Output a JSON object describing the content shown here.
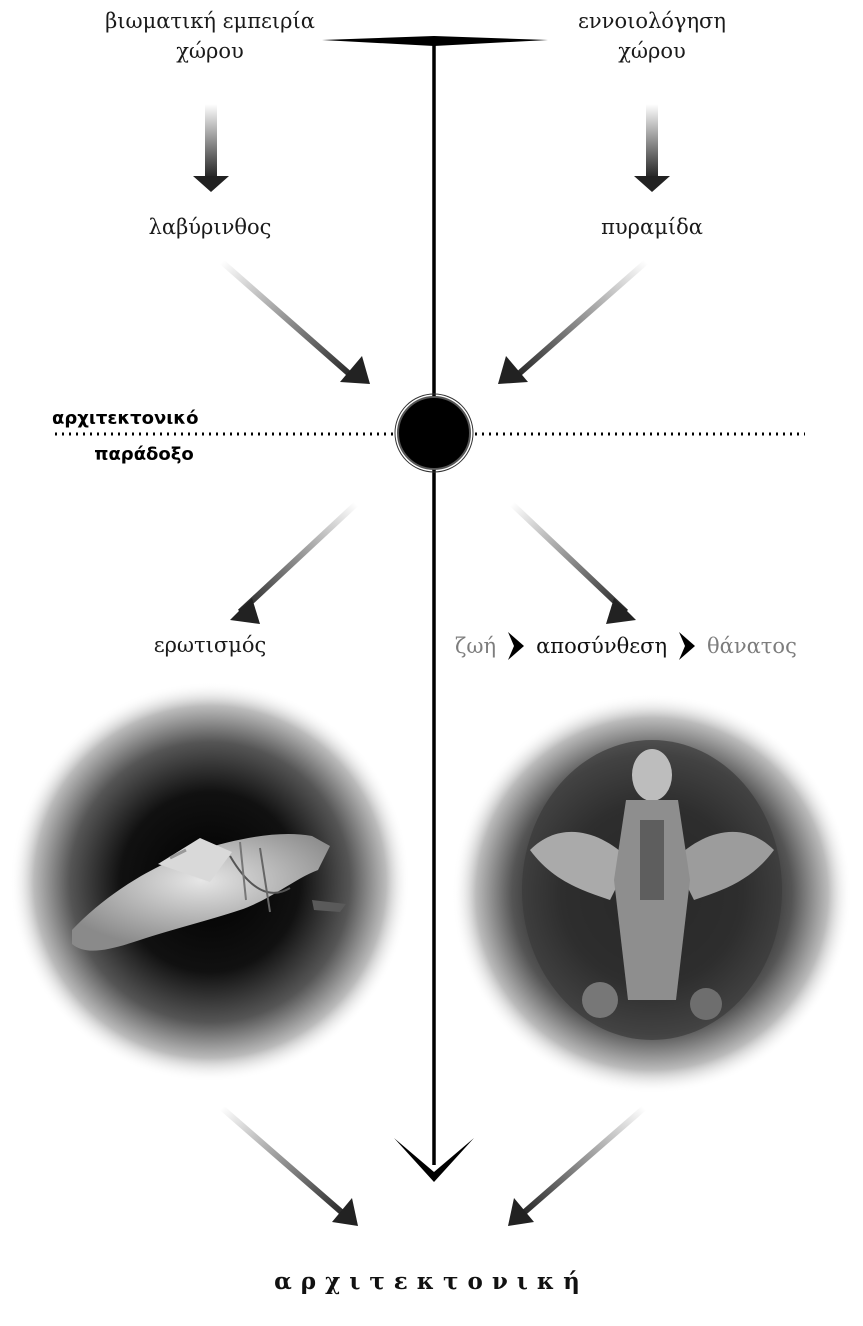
{
  "top_left": {
    "line1": "βιωματική εμπειρία",
    "line2": "χώρου"
  },
  "top_right": {
    "line1": "εννοιολόγηση",
    "line2": "χώρου"
  },
  "mid_left": "λαβύρινθος",
  "mid_right": "πυραμίδα",
  "paradox": {
    "line1": "αρχιτεκτονικό",
    "line2": "παράδοξο"
  },
  "erotism": "ερωτισμός",
  "chain": {
    "life": "ζωή",
    "decomposition": "αποσύνθεση",
    "death": "θάνατος"
  },
  "final": "αρχιτεκτονική",
  "images": {
    "left": "bound-figure-photo",
    "right": "winged-figure-photo"
  },
  "colors": {
    "ink": "#111111",
    "grey_text": "#7d7d7d"
  }
}
